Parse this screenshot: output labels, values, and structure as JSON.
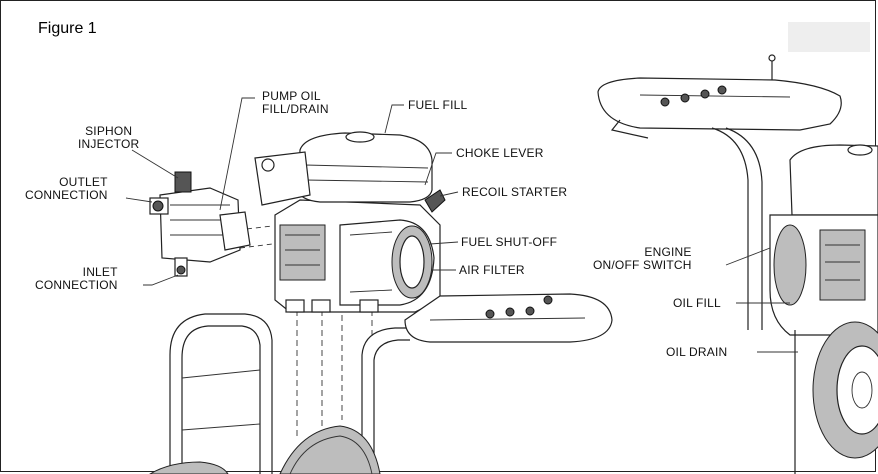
{
  "figure_title": "Figure 1",
  "labels": {
    "pump_oil": "PUMP OIL\nFILL/DRAIN",
    "fuel_fill": "FUEL FILL",
    "siphon_injector": "SIPHON\nINJECTOR",
    "choke_lever": "CHOKE LEVER",
    "outlet_connection": "OUTLET\nCONNECTION",
    "recoil_starter": "RECOIL STARTER",
    "fuel_shutoff": "FUEL SHUT-OFF",
    "inlet_connection": "INLET\nCONNECTION",
    "air_filter": "AIR FILTER",
    "engine_switch": "ENGINE\nON/OFF SWITCH",
    "oil_fill": "OIL FILL",
    "oil_drain": "OIL DRAIN"
  }
}
